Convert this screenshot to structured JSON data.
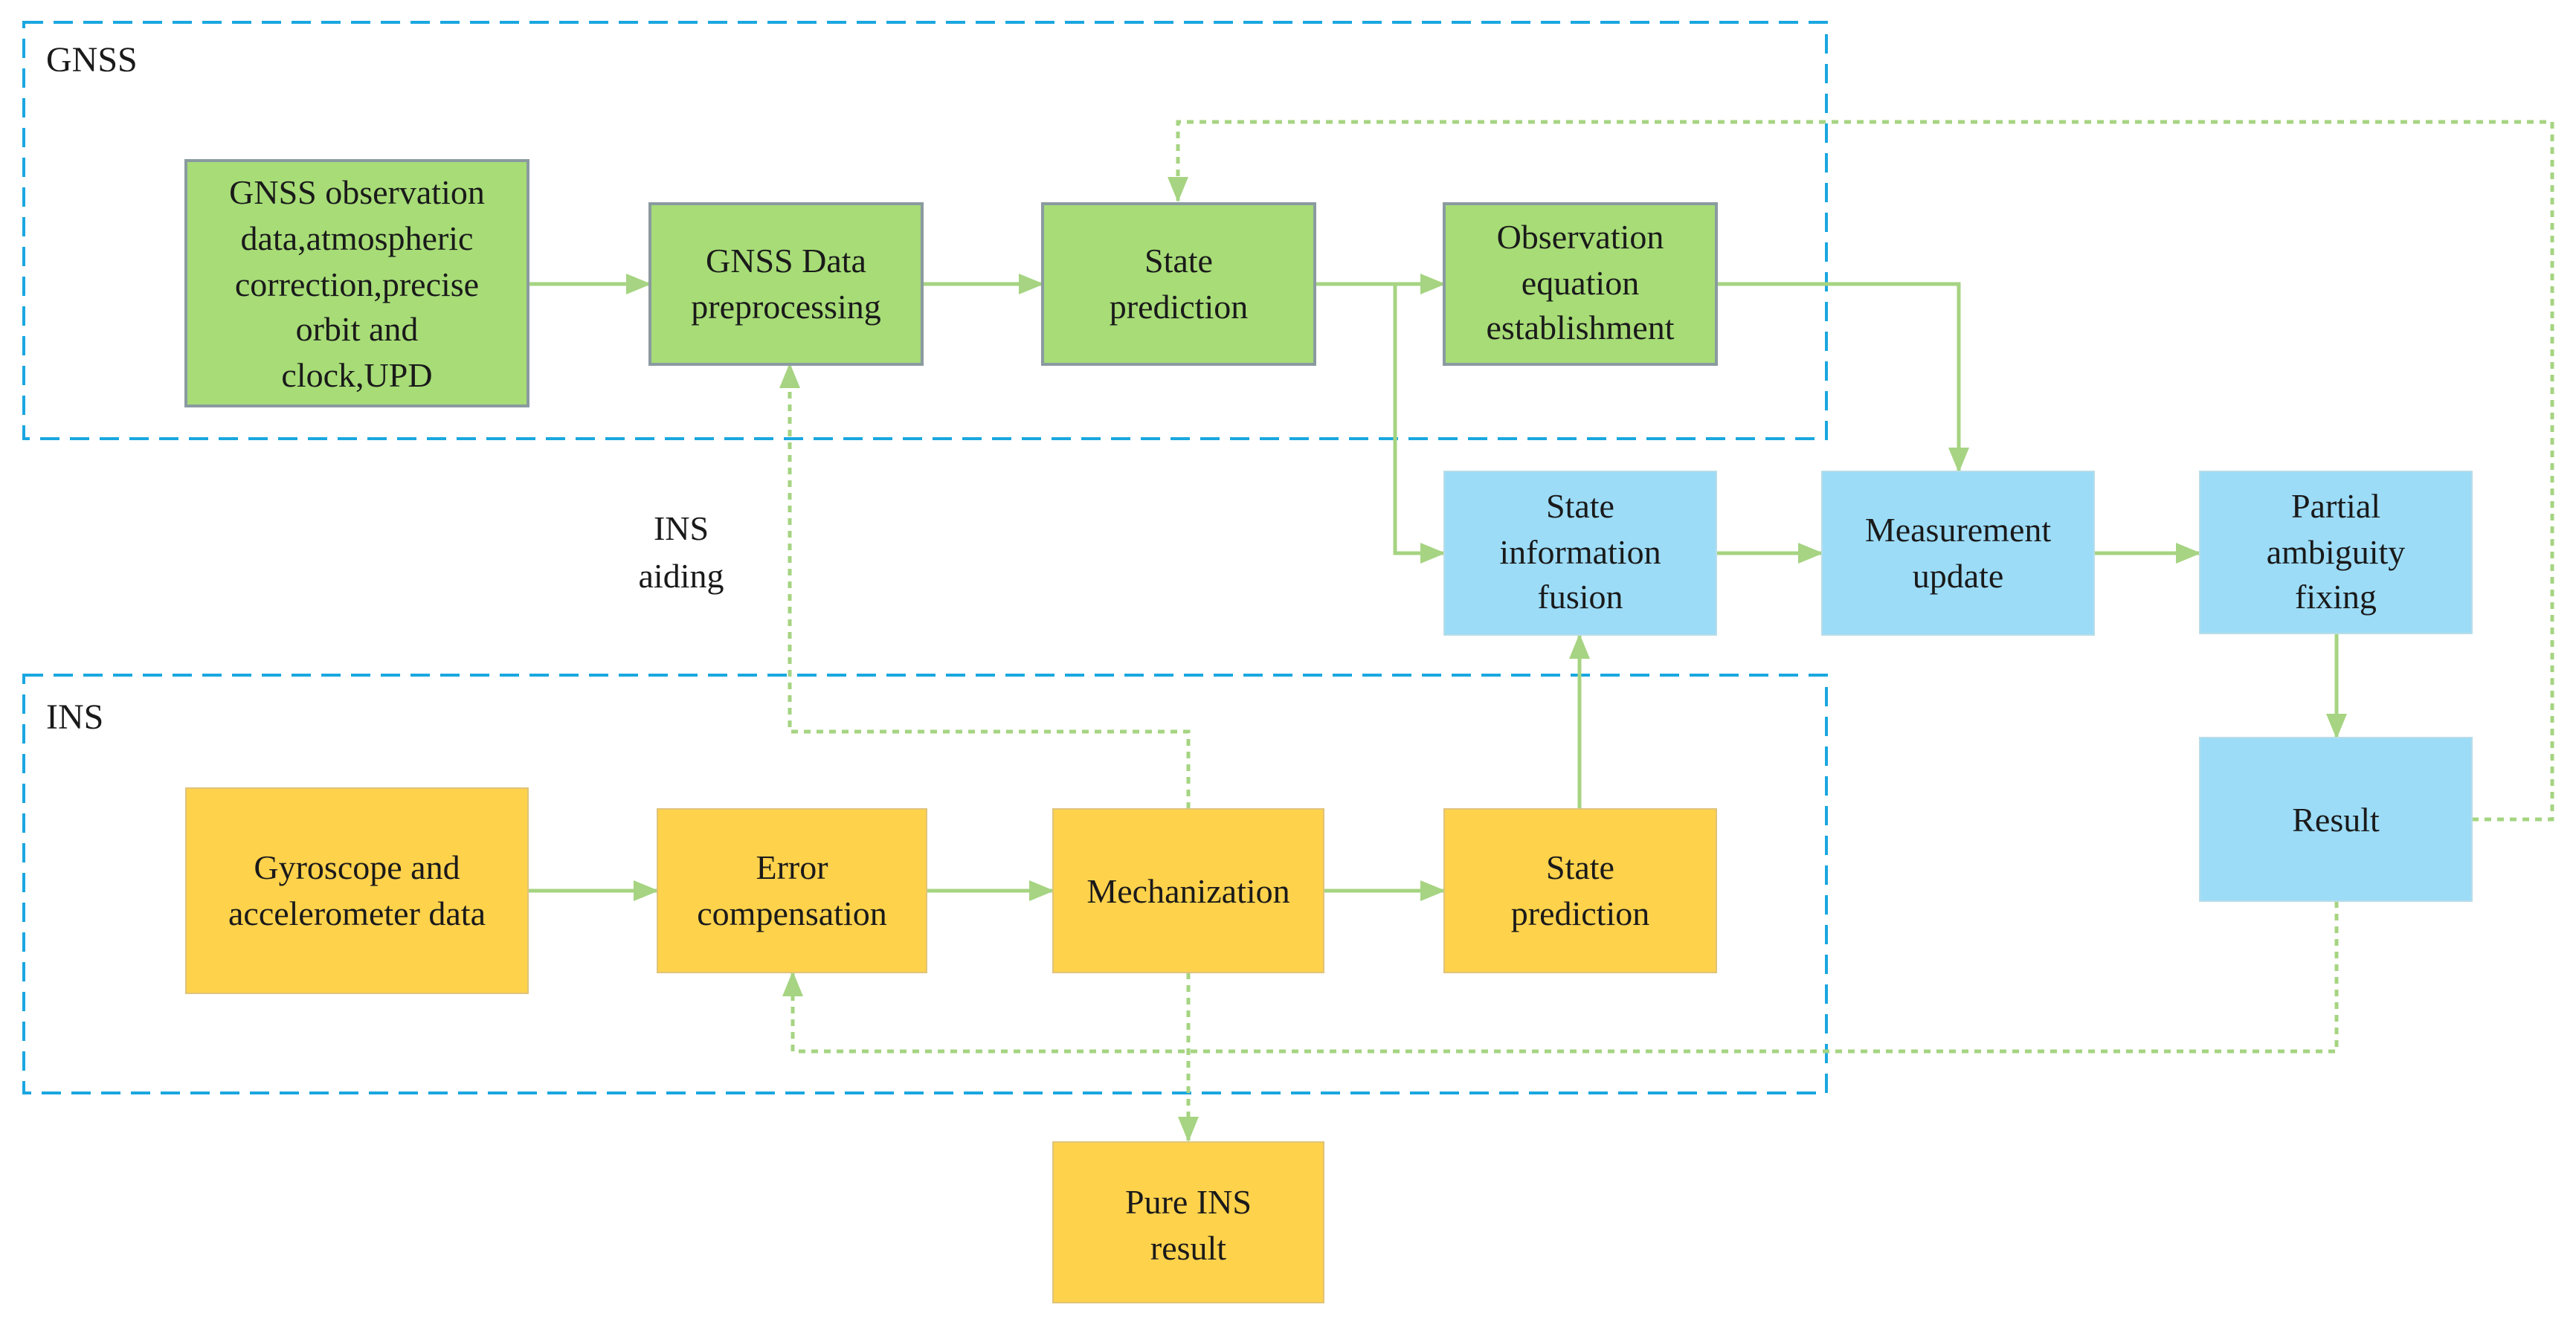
{
  "colors": {
    "gnss_fill": "#a7dc77",
    "gnss_stroke": "#8a9aa0",
    "fusion_fill": "#9cdcf7",
    "ins_fill": "#ffd24c",
    "ins_stroke": "#e0c37a",
    "arrow": "#a6d482",
    "group_border": "#1aa7e0"
  },
  "groups": {
    "gnss": "GNSS",
    "ins": "INS"
  },
  "labels": {
    "ins_aiding": [
      "INS",
      "aiding"
    ]
  },
  "boxes": {
    "gnss_obs": [
      "GNSS observation",
      "data,atmospheric",
      "correction,precise",
      "orbit and",
      "clock,UPD"
    ],
    "gnss_pre": [
      "GNSS Data",
      "preprocessing"
    ],
    "gnss_state": [
      "State",
      "prediction"
    ],
    "obs_eq": [
      "Observation",
      "equation",
      "establishment"
    ],
    "fusion": [
      "State",
      "information",
      "fusion"
    ],
    "meas": [
      "Measurement",
      "update"
    ],
    "pam": [
      "Partial",
      "ambiguity",
      "fixing"
    ],
    "result": [
      "Result"
    ],
    "gyro": [
      "Gyroscope and",
      "accelerometer data"
    ],
    "err": [
      "Error",
      "compensation"
    ],
    "mech": [
      "Mechanization"
    ],
    "ins_state": [
      "State",
      "prediction"
    ],
    "pure": [
      "Pure INS",
      "result"
    ]
  }
}
